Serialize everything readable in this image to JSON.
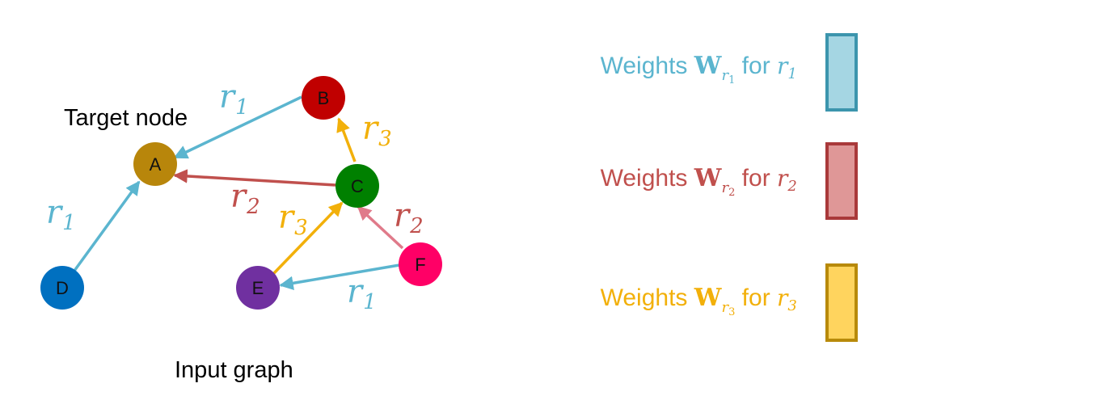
{
  "colors": {
    "r1": "#5BB5CF",
    "r2": "#C0504D",
    "r2_light": "#E07A8A",
    "r3": "#F2B00A",
    "w1_fill": "#A5D6E3",
    "w1_stroke": "#3C95AD",
    "w2_fill": "#DF9797",
    "w2_stroke": "#A9393A",
    "w3_fill": "#FFD45E",
    "w3_stroke": "#B88A0A"
  },
  "graph": {
    "target_label": "Target node",
    "caption": "Input graph",
    "nodes": [
      {
        "id": "A",
        "label": "A",
        "color": "#B8860B"
      },
      {
        "id": "B",
        "label": "B",
        "color": "#C00000"
      },
      {
        "id": "C",
        "label": "C",
        "color": "#008000"
      },
      {
        "id": "D",
        "label": "D",
        "color": "#0070C0"
      },
      {
        "id": "E",
        "label": "E",
        "color": "#7030A0"
      },
      {
        "id": "F",
        "label": "F",
        "color": "#FF0066"
      }
    ],
    "edges": [
      {
        "from": "B",
        "to": "A",
        "relation": "r1"
      },
      {
        "from": "D",
        "to": "A",
        "relation": "r1"
      },
      {
        "from": "C",
        "to": "A",
        "relation": "r2"
      },
      {
        "from": "C",
        "to": "B",
        "relation": "r3"
      },
      {
        "from": "E",
        "to": "C",
        "relation": "r3"
      },
      {
        "from": "F",
        "to": "C",
        "relation": "r2"
      },
      {
        "from": "F",
        "to": "E",
        "relation": "r1"
      }
    ],
    "edge_labels": {
      "r_letter": "r",
      "r1_sub": "1",
      "r2_sub": "2",
      "r3_sub": "3"
    }
  },
  "weights": {
    "items": [
      {
        "relation": "r1",
        "prefix": "Weights ",
        "W": "W",
        "sub_r": "r",
        "sub_idx": "1",
        "for": " for ",
        "r": "r",
        "idx": "1"
      },
      {
        "relation": "r2",
        "prefix": "Weights ",
        "W": "W",
        "sub_r": "r",
        "sub_idx": "2",
        "for": " for ",
        "r": "r",
        "idx": "2"
      },
      {
        "relation": "r3",
        "prefix": "Weights ",
        "W": "W",
        "sub_r": "r",
        "sub_idx": "3",
        "for": " for ",
        "r": "r",
        "idx": "3"
      }
    ]
  }
}
